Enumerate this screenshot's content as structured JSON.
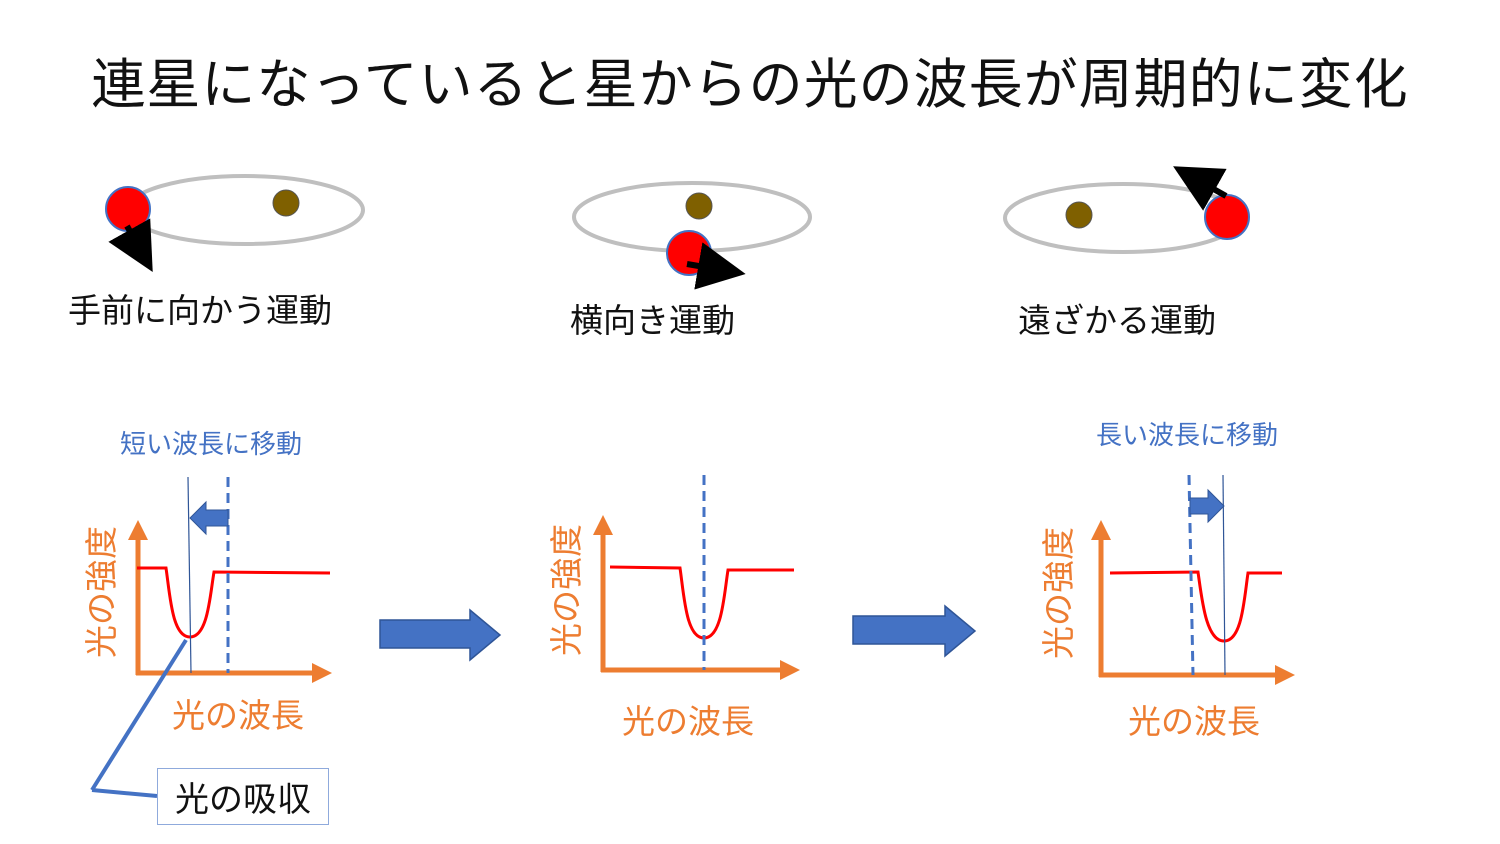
{
  "title": "連星になっていると星からの光の波長が周期的に変化",
  "panels": [
    {
      "caption": "手前に向かう運動",
      "shift_label": "短い波長に移動",
      "x_label": "光の波長",
      "y_label": "光の強度"
    },
    {
      "caption": "横向き運動",
      "shift_label": "",
      "x_label": "光の波長",
      "y_label": "光の強度"
    },
    {
      "caption": "遠ざかる運動",
      "shift_label": "長い波長に移動",
      "x_label": "光の波長",
      "y_label": "光の強度"
    }
  ],
  "absorption_label": "光の吸収",
  "colors": {
    "star_red": "#ff0000",
    "star_brown": "#7f6000",
    "orbit": "#bfbfbf",
    "axis": "#ed7d31",
    "spectrum": "#ff0000",
    "reference_line": "#4472c4",
    "flow_arrow": "#4472c4"
  }
}
